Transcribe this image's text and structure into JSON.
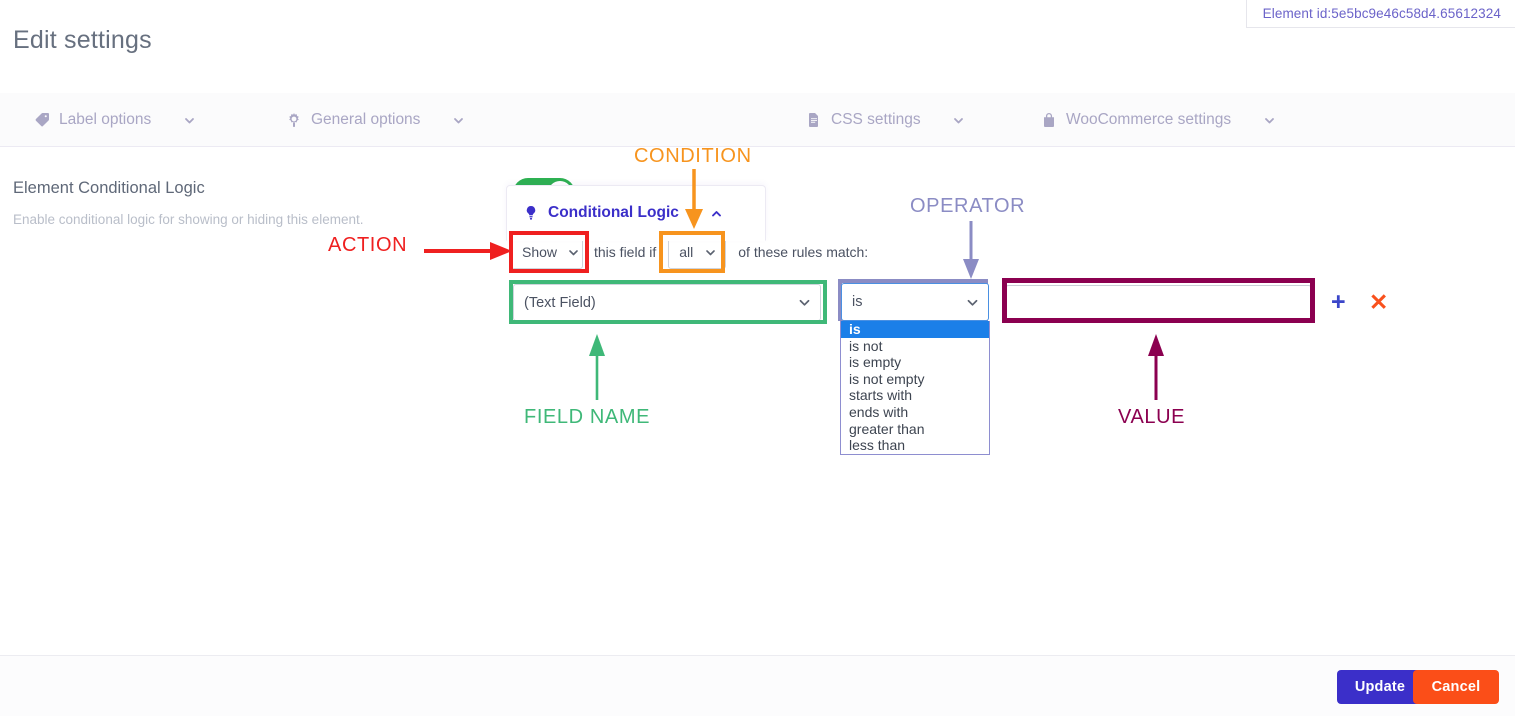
{
  "element_id_badge": "Element id:5e5bc9e46c58d4.65612324",
  "page_title": "Edit settings",
  "tabs": [
    {
      "label": "Label options",
      "icon": "tag-icon",
      "chevron": "chevron-down-icon",
      "active": false
    },
    {
      "label": "General options",
      "icon": "gear-icon",
      "chevron": "chevron-down-icon",
      "active": false
    },
    {
      "label": "Conditional Logic",
      "icon": "lightbulb-icon",
      "chevron": "chevron-up-icon",
      "active": true
    },
    {
      "label": "CSS settings",
      "icon": "document-icon",
      "chevron": "chevron-down-icon",
      "active": false
    },
    {
      "label": "WooCommerce settings",
      "icon": "bag-icon",
      "chevron": "chevron-down-icon",
      "active": false
    }
  ],
  "conditional_logic": {
    "heading": "Element Conditional Logic",
    "description": "Enable conditional logic for showing or hiding this element.",
    "toggle_state": "on",
    "action_value": "Show",
    "text_after_action": "this field if",
    "condition_value": "all",
    "text_after_condition": "of these rules match:",
    "rule": {
      "field_value": "(Text Field)",
      "operator_value": "is",
      "operator_options": [
        "is",
        "is not",
        "is empty",
        "is not empty",
        "starts with",
        "ends with",
        "greater than",
        "less than"
      ],
      "operator_selected_index": 0,
      "value_input": "",
      "value_placeholder": "",
      "add_icon": "plus-icon",
      "remove_icon": "close-icon"
    }
  },
  "annotations": [
    {
      "label": "ACTION",
      "color": "#ef2020"
    },
    {
      "label": "CONDITION",
      "color": "#f7941e"
    },
    {
      "label": "OPERATOR",
      "color": "#8b8cc4"
    },
    {
      "label": "FIELD NAME",
      "color": "#3fb878"
    },
    {
      "label": "VALUE",
      "color": "#8b0050"
    }
  ],
  "footer": {
    "update_label": "Update",
    "cancel_label": "Cancel"
  },
  "colors": {
    "accent_indigo": "#3b2fc9",
    "cancel_orange": "#fb4e18",
    "toggle_green": "#2eb152",
    "tab_inactive": "#a9a6c4"
  }
}
